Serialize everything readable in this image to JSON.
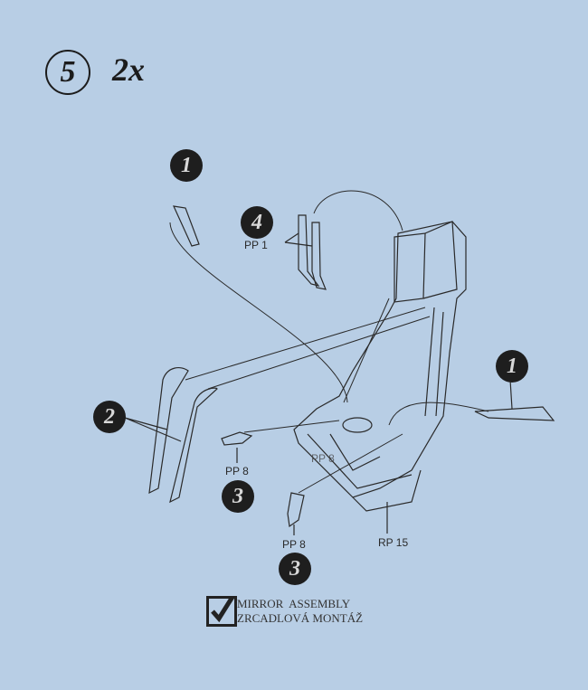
{
  "step": {
    "number": "5",
    "quantity": "2x"
  },
  "callouts": [
    {
      "number": "1"
    },
    {
      "number": "4",
      "part": "PP 1"
    },
    {
      "number": "2"
    },
    {
      "number": "3",
      "part": "PP 8"
    },
    {
      "number": "3",
      "part": "PP 8"
    },
    {
      "number": "1"
    }
  ],
  "seat_part": "RP 15",
  "seat_inner_label": "PP 8",
  "note": {
    "line1": "MIRROR  ASSEMBLY",
    "line2": "ZRCADLOVÁ MONTÁŽ",
    "checked": true
  }
}
